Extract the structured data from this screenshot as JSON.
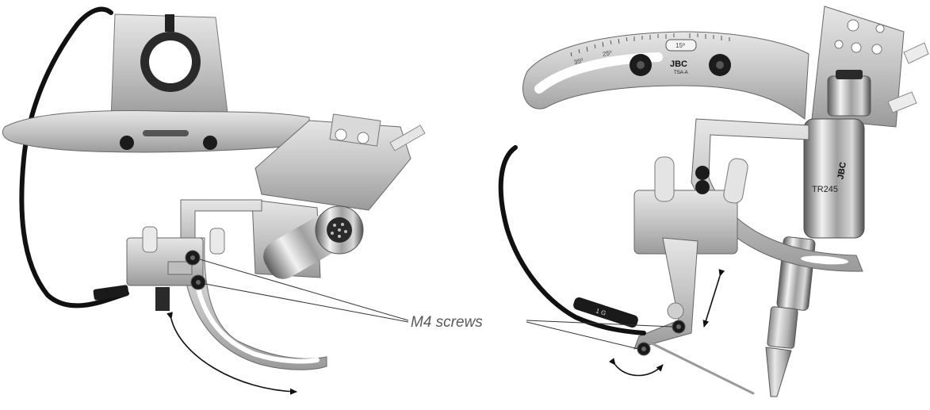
{
  "callout": {
    "label": "M4 screws"
  },
  "right_device": {
    "scale_marks": [
      "35º",
      "25º",
      "15º"
    ],
    "plate_brand": "JBC",
    "plate_model": "TSA-A",
    "tube_model": "TR245",
    "tube_brand": "JBC",
    "cable_mark": "1 G"
  }
}
